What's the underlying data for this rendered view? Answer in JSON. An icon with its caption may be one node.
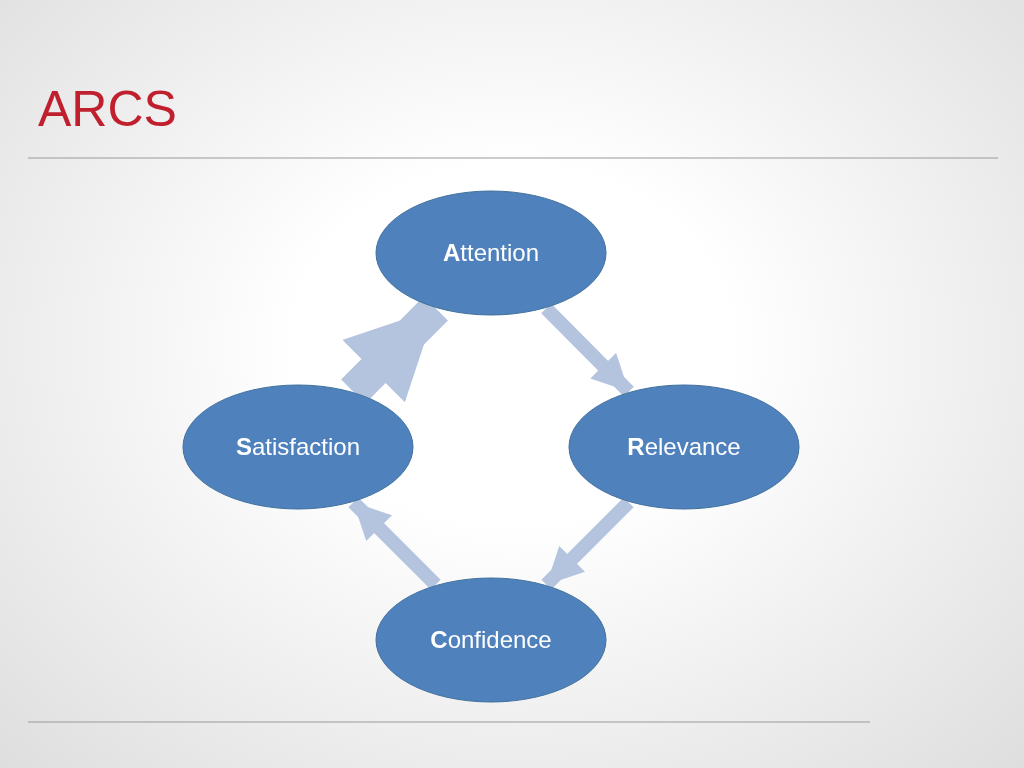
{
  "diagram": {
    "title": "ARCS",
    "nodes": [
      {
        "text": [
          "**A**ttention"
        ]
      },
      {
        "text": [
          "**R**elevance"
        ]
      },
      {
        "text": [
          "**C**onfidence"
        ]
      },
      {
        "text": [
          "**S**atisfaction"
        ]
      }
    ],
    "edges": [
      {
        "from": 0,
        "to": 1,
        "arrow": "to"
      },
      {
        "from": 1,
        "to": 2,
        "arrow": "to"
      },
      {
        "from": 2,
        "to": 3,
        "arrow": "to"
      },
      {
        "from": 3,
        "to": 0,
        "arrow": "to",
        "style": "thick"
      }
    ]
  }
}
